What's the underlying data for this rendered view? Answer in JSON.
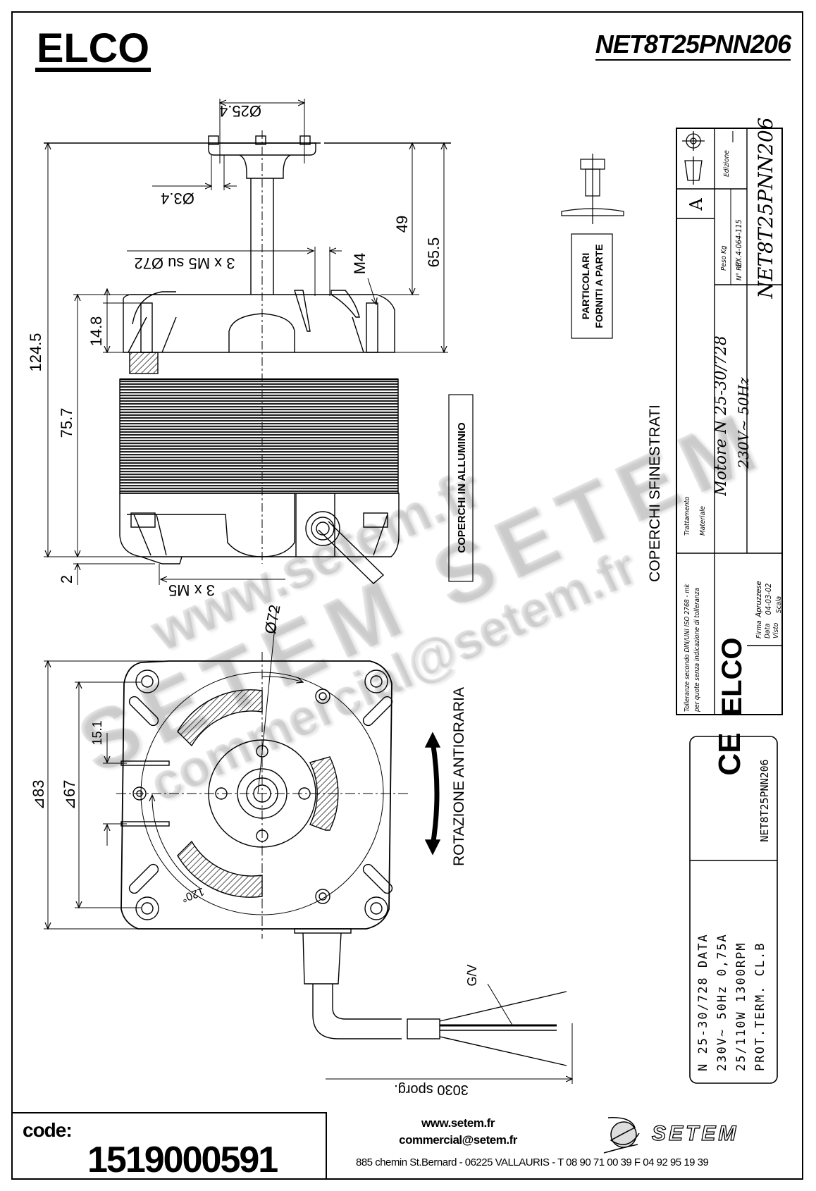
{
  "header": {
    "brand_logo": "ELCO",
    "part_number": "NET8T25PNN206"
  },
  "side_view": {
    "dimensions": {
      "mount_pcd": "Ø25.4",
      "mount_hole": "Ø3.4",
      "overall_length": "124.5",
      "shaft_to_flange": "49",
      "shaft_total": "65.5",
      "threads_on_pcd": "3 x M5 su Ø72",
      "stud_thread": "M4",
      "cover_height": "14.8",
      "body_length": "75.7",
      "base_offset": "2",
      "base_screws": "3 x M5"
    },
    "label_aluminium": "COPERCHI IN ALLUMINIO"
  },
  "accessories": {
    "label_line1": "PARTICOLARI",
    "label_line2": "FORNITI A PARTE",
    "covers_note": "COPERCHI  SFINESTRATI"
  },
  "front_view": {
    "dimensions": {
      "outer_square": "⊿83",
      "inner_square": "⊿67",
      "slot_spacing": "15.1",
      "pcd": "Ø72",
      "angle": "120°"
    },
    "rotation_label": "ROTAZIONE  ANTIORARIA"
  },
  "cable": {
    "earth_wire_label": "G/V",
    "length_label": "3030  sporg."
  },
  "title_block": {
    "projection_symbol": "first-angle-projection-icon",
    "revision_letter": "A",
    "edition_label": "Edizione",
    "edition_value": "—",
    "weight_label": "Peso Kg",
    "weight_value": "",
    "ref_label": "N° Rif.",
    "ref_value": "EX.4-064-115",
    "drawing_number": "NET8T25PNN206",
    "treatment_label": "Trattamento",
    "material_label": "Materiale",
    "description_line1": "Motore N 25-30/728",
    "description_line2": "230V~ 50Hz",
    "tolerance_line1": "Tolleranze secondo DIN/UNI ISO 2768 - mk",
    "tolerance_line2": "per quote senza indicazione di tolleranza",
    "brand": "ELCO",
    "signed_label": "Firma",
    "signed_value": "Apruzzese",
    "date_label": "Data",
    "date_value": "04-03-02",
    "checked_label": "Visto",
    "checked_value": "",
    "scale_label": "Scala",
    "scale_value": ""
  },
  "rating_plate": {
    "ce_mark": "CE",
    "model": "NET8T25PNN206",
    "line1": "N 25-30/728    DATA",
    "line2": "230V~ 50Hz  0,75A",
    "line3": "25/110W   1300RPM",
    "line4": "PROT.TERM.   CL.B"
  },
  "footer": {
    "code_label": "code:",
    "code_value": "1519000591",
    "website": "www.setem.fr",
    "email": "commercial@setem.fr",
    "address": "885 chemin St.Bernard  -  06225 VALLAURIS  -  T 08 90 71 00 39   F 04 92 95 19 39",
    "company": "SETEM"
  },
  "watermark": {
    "line1": "www.setem.fr",
    "line2": "SETEM  SETEM",
    "line3": "commercial@setem.fr"
  }
}
